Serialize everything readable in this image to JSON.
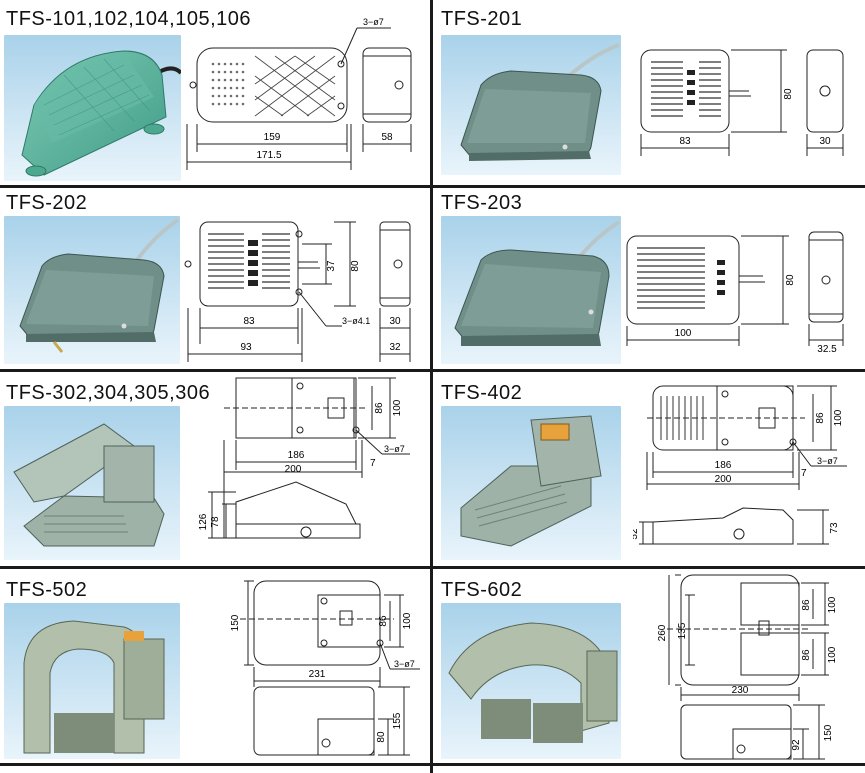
{
  "catalog": {
    "panels": [
      {
        "id": "tfs-101",
        "title": "TFS-101,102,104,105,106",
        "dims": {
          "width_inner": "159",
          "width_outer": "171.5",
          "depth": "58",
          "hole": "3−ø7"
        }
      },
      {
        "id": "tfs-201",
        "title": "TFS-201",
        "dims": {
          "width": "83",
          "height": "80",
          "depth": "30"
        }
      },
      {
        "id": "tfs-202",
        "title": "TFS-202",
        "dims": {
          "width_inner": "83",
          "width_outer": "93",
          "height_inner": "37",
          "height_outer": "80",
          "depth_inner": "30",
          "depth_outer": "32",
          "hole": "3−ø4.1"
        }
      },
      {
        "id": "tfs-203",
        "title": "TFS-203",
        "dims": {
          "width": "100",
          "height": "80",
          "depth": "32.5"
        }
      },
      {
        "id": "tfs-302",
        "title": "TFS-302,304,305,306",
        "dims": {
          "width_inner": "186",
          "width_outer": "200",
          "height_inner": "86",
          "height_outer": "100",
          "offset": "7",
          "hole": "3−ø7",
          "side_inner": "78",
          "side_outer": "126"
        }
      },
      {
        "id": "tfs-402",
        "title": "TFS-402",
        "dims": {
          "width_inner": "186",
          "width_outer": "200",
          "height_inner": "86",
          "height_outer": "100",
          "offset": "7",
          "hole": "3−ø7",
          "side_inner": "52",
          "side_outer": "73"
        }
      },
      {
        "id": "tfs-502",
        "title": "TFS-502",
        "dims": {
          "height_left": "150",
          "width": "231",
          "height_inner": "86",
          "height_outer": "100",
          "hole": "3−ø7",
          "side_inner": "80",
          "side_outer": "155"
        }
      },
      {
        "id": "tfs-602",
        "title": "TFS-602",
        "dims": {
          "height_outer_left": "260",
          "height_inner_left": "135",
          "height_a": "86",
          "height_b": "100",
          "height_c": "86",
          "height_d": "100",
          "width": "230",
          "side_inner": "92",
          "side_outer": "150"
        }
      }
    ]
  },
  "colors": {
    "rule": "#1a1a1a",
    "sky_top": "#a9d2ea",
    "sky_bottom": "#e6f2fa",
    "pedal_green": "#6fa595",
    "pedal_teal": "#56b5a0",
    "housing_grey": "#8fa59c",
    "line": "#222222"
  }
}
